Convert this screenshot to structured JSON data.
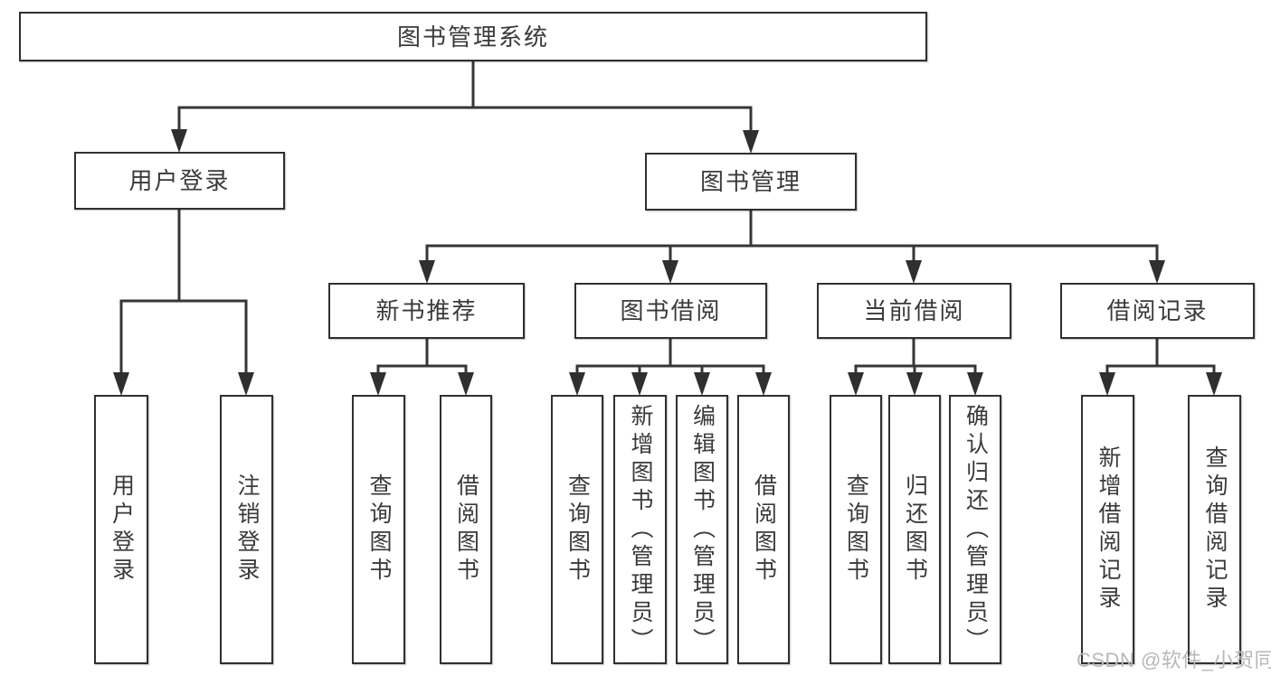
{
  "diagram": {
    "root": {
      "label": "图书管理系统",
      "children": [
        {
          "label": "用户登录",
          "children": [
            {
              "label": "用户登录"
            },
            {
              "label": "注销登录"
            }
          ]
        },
        {
          "label": "图书管理",
          "children": [
            {
              "label": "新书推荐",
              "children": [
                {
                  "label": "查询图书"
                },
                {
                  "label": "借阅图书"
                }
              ]
            },
            {
              "label": "图书借阅",
              "children": [
                {
                  "label": "查询图书"
                },
                {
                  "label": "新增图书（管理员）"
                },
                {
                  "label": "编辑图书（管理员）"
                },
                {
                  "label": "借阅图书"
                }
              ]
            },
            {
              "label": "当前借阅",
              "children": [
                {
                  "label": "查询图书"
                },
                {
                  "label": "归还图书"
                },
                {
                  "label": "确认归还（管理员）"
                }
              ]
            },
            {
              "label": "借阅记录",
              "children": [
                {
                  "label": "新增借阅记录"
                },
                {
                  "label": "查询借阅记录"
                }
              ]
            }
          ]
        }
      ]
    }
  },
  "watermark": {
    "text": "CSDN @软件_小贺同学"
  },
  "colors": {
    "line": "#363636",
    "box_border": "#303030",
    "text": "#3a3a3a",
    "watermark": "#b8b8b8",
    "background": "#ffffff"
  }
}
